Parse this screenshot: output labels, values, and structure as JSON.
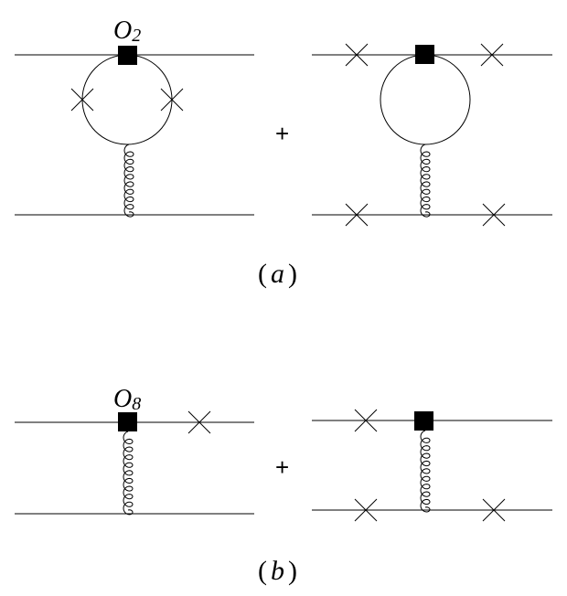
{
  "diagram_a": {
    "operator_base": "O",
    "operator_sub": "2",
    "plus": "+",
    "caption_open": "(",
    "caption_letter": "a",
    "caption_close": ")"
  },
  "diagram_b": {
    "operator_base": "O",
    "operator_sub": "8",
    "plus": "+",
    "caption_open": "(",
    "caption_letter": "b",
    "caption_close": ")"
  }
}
